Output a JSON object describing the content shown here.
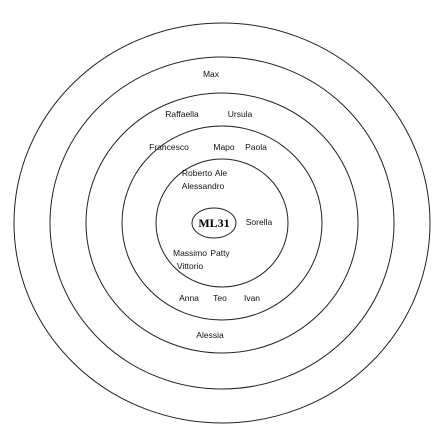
{
  "center": {
    "label": "ML31"
  },
  "names": {
    "max": "Max",
    "raffaella": "Raffaella",
    "ursula": "Ursula",
    "francesco": "Francesco",
    "mapo": "Mapo",
    "paola": "Paola",
    "roberto": "Roberto",
    "ale": "Ale",
    "alessandro": "Alessandro",
    "sorella": "Sorella",
    "massimo": "Massimo",
    "patty": "Patty",
    "vittorio": "Vittorio",
    "anna": "Anna",
    "teo": "Teo",
    "ivan": "Ivan",
    "alessia": "Alessia"
  },
  "colors": {
    "stroke": "#222222",
    "text": "#111111",
    "background": "#ffffff"
  }
}
